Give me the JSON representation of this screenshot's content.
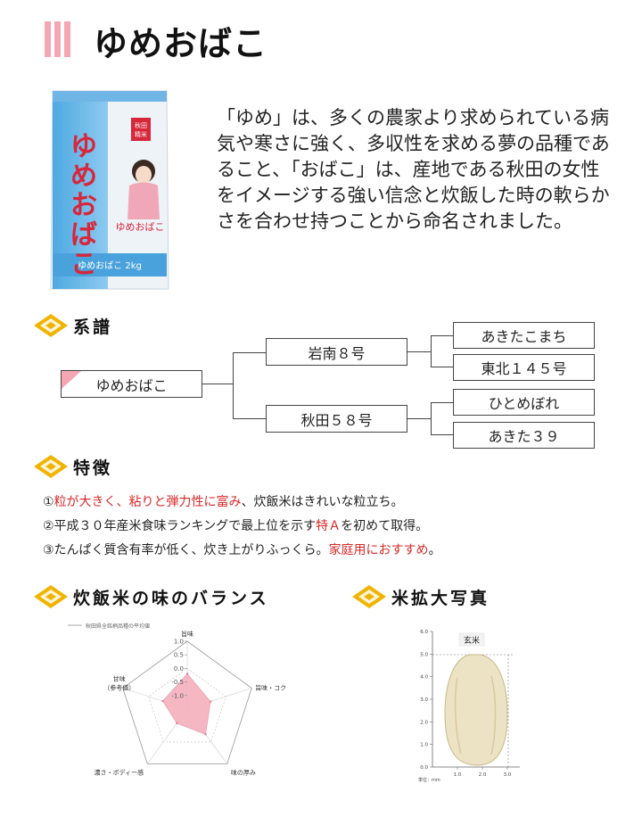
{
  "header": {
    "title": "ゆめおばこ"
  },
  "product": {
    "bag_name_vertical": "ゆめおばこ",
    "bag_badge": "秋田精米",
    "bag_label_small": "ゆめおばこ",
    "bag_bottom": "ゆめおばこ 2kg"
  },
  "intro_text": "「ゆめ」は、多くの農家より求められている病気や寒さに強く、多収性を求める夢の品種であること、「おばこ」は、産地である秋田の女性をイメージする強い信念と炊飯した時の軟らかさを合わせ持つことから命名されました。",
  "sections": {
    "lineage": "系譜",
    "features": "特徴",
    "balance": "炊飯米の味のバランス",
    "photo": "米拡大写真"
  },
  "lineage": {
    "root": "ゆめおばこ",
    "parent1": "岩南８号",
    "parent2": "秋田５８号",
    "gp1": "あきたこまち",
    "gp2": "東北１４５号",
    "gp3": "ひとめぼれ",
    "gp4": "あきた３９"
  },
  "features": [
    {
      "a": "①",
      "b": "粒が大きく、粘りと弾力性に富み",
      "c": "、炊飯米はきれいな粒立ち。",
      "d": "",
      "e": ""
    },
    {
      "a": "②平成３０年産米食味ランキングで最上位を示す",
      "b": "特Ａ",
      "c": "を初めて取得。",
      "d": "",
      "e": ""
    },
    {
      "a": "③たんぱく質含有率が低く、炊き上がりふっくら。",
      "b": "家庭用におすすめ",
      "c": "。",
      "d": "",
      "e": ""
    }
  ],
  "balance_chart": {
    "legend": "秋田県全銘柄品種の平均値",
    "axes": [
      "旨味",
      "旨味・コク",
      "味の厚み",
      "濃さ・ボディー感",
      "甘味（参考値）"
    ],
    "ticks": [
      "1.0",
      "0.5",
      "0.0",
      "-0.5",
      "-1.0"
    ]
  },
  "rice_photo": {
    "label": "玄米",
    "unit": "単位：mm",
    "yticks": [
      "6.0",
      "5.0",
      "4.0",
      "3.0",
      "2.0",
      "1.0",
      "0.0"
    ],
    "xticks": [
      "1.0",
      "2.0",
      "3.0"
    ]
  },
  "chart_data": {
    "type": "radar",
    "categories": [
      "旨味",
      "旨味・コク",
      "味の厚み",
      "濃さ・ボディー感",
      "甘味（参考値）"
    ],
    "range": [
      -1.5,
      1.0
    ],
    "series": [
      {
        "name": "秋田県全銘柄品種の平均値",
        "values": [
          0,
          0,
          0,
          0,
          0
        ]
      },
      {
        "values": [
          -0.2,
          -0.6,
          -0.35,
          -0.85,
          -0.55
        ]
      }
    ],
    "colors": {
      "series2": "#f4b0bd",
      "grid": "#999999"
    }
  },
  "colors": {
    "accent": "#f4a7b3",
    "red": "#d92828",
    "diamond": "#f0b400"
  }
}
